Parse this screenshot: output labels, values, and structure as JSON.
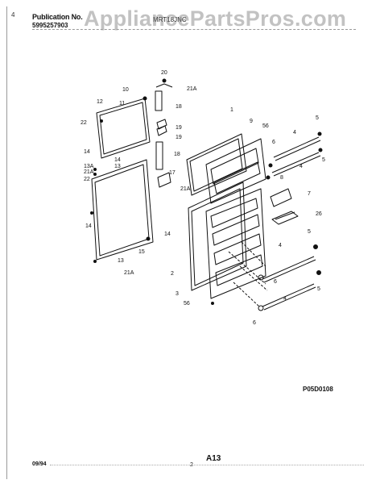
{
  "header": {
    "publication_label": "Publication No.",
    "publication_number": "5995257903",
    "model": "MRT18JNC",
    "watermark": "AppliancePartsPros.com",
    "bind_mark": "4"
  },
  "callouts": [
    {
      "id": "c20",
      "text": "20"
    },
    {
      "id": "c10",
      "text": "10"
    },
    {
      "id": "c21a-top",
      "text": "21A"
    },
    {
      "id": "c12",
      "text": "12"
    },
    {
      "id": "c11",
      "text": "11"
    },
    {
      "id": "c18-top",
      "text": "18"
    },
    {
      "id": "c22-top",
      "text": "22"
    },
    {
      "id": "c1",
      "text": "1"
    },
    {
      "id": "c9",
      "text": "9"
    },
    {
      "id": "c56-top",
      "text": "56"
    },
    {
      "id": "c19a",
      "text": "19"
    },
    {
      "id": "c19b",
      "text": "19"
    },
    {
      "id": "c5-top",
      "text": "5"
    },
    {
      "id": "c4-top",
      "text": "4"
    },
    {
      "id": "c14-a",
      "text": "14"
    },
    {
      "id": "c18-mid",
      "text": "18"
    },
    {
      "id": "c6-top",
      "text": "6"
    },
    {
      "id": "c13a",
      "text": "13A"
    },
    {
      "id": "c14-b",
      "text": "14"
    },
    {
      "id": "c13-top",
      "text": "13"
    },
    {
      "id": "c5-b",
      "text": "5"
    },
    {
      "id": "c21a-mid",
      "text": "21A"
    },
    {
      "id": "c17",
      "text": "17"
    },
    {
      "id": "c4-mid",
      "text": "4"
    },
    {
      "id": "c22-mid",
      "text": "22"
    },
    {
      "id": "c8",
      "text": "8"
    },
    {
      "id": "c21a-door",
      "text": "21A"
    },
    {
      "id": "c7",
      "text": "7"
    },
    {
      "id": "c14-c",
      "text": "14"
    },
    {
      "id": "c26",
      "text": "26"
    },
    {
      "id": "c14-d",
      "text": "14"
    },
    {
      "id": "c5-c",
      "text": "5"
    },
    {
      "id": "c4-low",
      "text": "4"
    },
    {
      "id": "c15",
      "text": "15"
    },
    {
      "id": "c13-bot",
      "text": "13"
    },
    {
      "id": "c21a-bot",
      "text": "21A"
    },
    {
      "id": "c2",
      "text": "2"
    },
    {
      "id": "c6-mid",
      "text": "6"
    },
    {
      "id": "c5-d",
      "text": "5"
    },
    {
      "id": "c3",
      "text": "3"
    },
    {
      "id": "c56-bot",
      "text": "56"
    },
    {
      "id": "c4-bot",
      "text": "4"
    },
    {
      "id": "c6-bot",
      "text": "6"
    }
  ],
  "footer": {
    "part_code": "P05D0108",
    "date": "09/94",
    "page_label": "A13",
    "page_index": "2"
  }
}
